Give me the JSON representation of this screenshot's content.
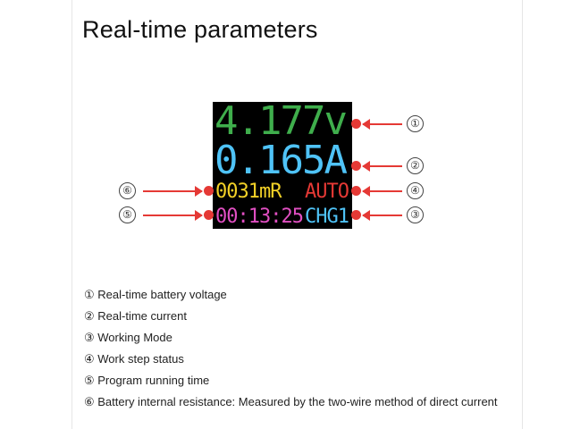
{
  "title": "Real-time parameters",
  "display": {
    "voltage": "4.177v",
    "current": "0.165A",
    "resistance": "0031mR",
    "mode_status": "AUTO",
    "run_time": "00:13:25",
    "step_status": "CHG1"
  },
  "markers": [
    "①",
    "②",
    "③",
    "④",
    "⑤",
    "⑥"
  ],
  "legend": [
    "① Real-time battery voltage",
    "② Real-time current",
    "③ Working Mode",
    "④ Work step status",
    "⑤ Program running time",
    "⑥ Battery internal resistance: Measured by the two-wire method of direct current"
  ],
  "colors": {
    "voltage": "#3fae4c",
    "current": "#4fc3f7",
    "resistance": "#f2d027",
    "mode": "#e53935",
    "time": "#e14fc2",
    "step": "#4fc3f7",
    "callout": "#e53935"
  }
}
